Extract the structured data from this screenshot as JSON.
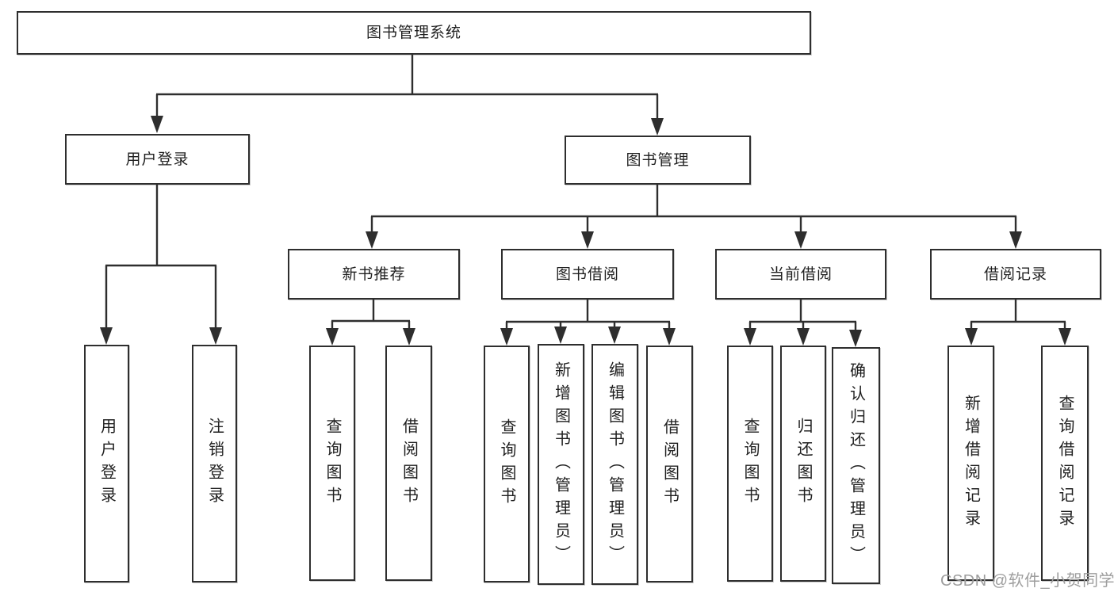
{
  "nodes": {
    "root": {
      "label": "图书管理系统"
    },
    "branches": [
      {
        "label": "用户登录"
      },
      {
        "label": "图书管理"
      }
    ],
    "sections": [
      {
        "label": "新书推荐"
      },
      {
        "label": "图书借阅"
      },
      {
        "label": "当前借阅"
      },
      {
        "label": "借阅记录"
      }
    ],
    "leaves": [
      {
        "label": "用户登录"
      },
      {
        "label": "注销登录"
      },
      {
        "label": "查询图书"
      },
      {
        "label": "借阅图书"
      },
      {
        "label": "查询图书"
      },
      {
        "label": "新增图书（管理员）"
      },
      {
        "label": "编辑图书（管理员）"
      },
      {
        "label": "借阅图书"
      },
      {
        "label": "查询图书"
      },
      {
        "label": "归还图书"
      },
      {
        "label": "确认归还（管理员）"
      },
      {
        "label": "新增借阅记录"
      },
      {
        "label": "查询借阅记录"
      }
    ]
  },
  "watermark": {
    "text": "CSDN @软件_小贺同学"
  },
  "colors": {
    "line": "#2e2e2e",
    "text": "#1f1f1f",
    "watermark": "#9e9e9e",
    "background": "#ffffff"
  }
}
